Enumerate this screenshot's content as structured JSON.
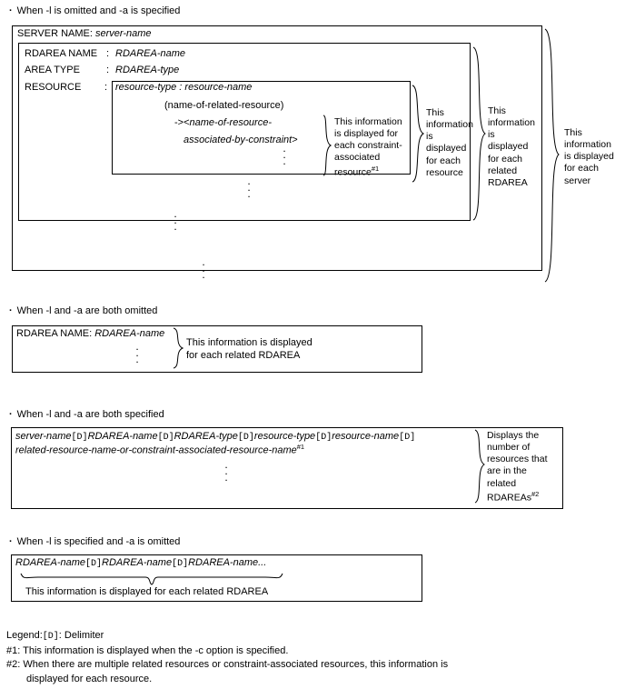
{
  "sections": [
    {
      "heading": "When -l is omitted and -a is specified",
      "server_label": "SERVER NAME:",
      "server_value": "server-name",
      "rows": [
        {
          "label": "RDAREA NAME",
          "sep": ":",
          "value": "RDAREA-name"
        },
        {
          "label": "AREA TYPE",
          "sep": ":",
          "value": "RDAREA-type"
        },
        {
          "label": "RESOURCE",
          "sep": ":",
          "value": ""
        }
      ],
      "resource_line1": "resource-type : resource-name",
      "resource_line2": "(name-of-related-resource)",
      "resource_line3_prefix": "-><",
      "resource_line3": "name-of-resource-",
      "resource_line4": "associated-by-constraint",
      "resource_line4_suffix": ">",
      "annotations": [
        {
          "lines": [
            "This information",
            "is displayed for",
            "each constraint-",
            "associated",
            "resource"
          ],
          "footnote": "#1"
        },
        {
          "lines": [
            "This",
            "information",
            "is",
            "displayed",
            "for each",
            "resource"
          ],
          "footnote": ""
        },
        {
          "lines": [
            "This",
            "information",
            "is",
            "displayed",
            "for each",
            "related",
            "RDAREA"
          ],
          "footnote": ""
        },
        {
          "lines": [
            "This",
            "information",
            "is displayed",
            "for each",
            "server"
          ],
          "footnote": ""
        }
      ]
    },
    {
      "heading": "When -l and -a are both omitted",
      "line": "RDAREA NAME:",
      "line_value": "RDAREA-name",
      "annotation": [
        "This information is displayed",
        "for each related RDAREA"
      ]
    },
    {
      "heading": "When -l and -a are both specified",
      "line1": "server-name[D]RDAREA-name[D]RDAREA-type[D]resource-type[D]resource-name[D]",
      "line1_parts": [
        {
          "t": "server-name",
          "i": true
        },
        {
          "t": "[D]",
          "i": false
        },
        {
          "t": "RDAREA-name",
          "i": true
        },
        {
          "t": "[D]",
          "i": false
        },
        {
          "t": "RDAREA-type",
          "i": true
        },
        {
          "t": "[D]",
          "i": false
        },
        {
          "t": "resource-type",
          "i": true
        },
        {
          "t": "[D]",
          "i": false
        },
        {
          "t": "resource-name",
          "i": true
        },
        {
          "t": "[D]",
          "i": false
        }
      ],
      "line2": "related-resource-name-or-constraint-associated-resource-name",
      "line2_footnote": "#1",
      "annotation": [
        "Displays the",
        "number of",
        "resources that",
        "are in the",
        "related",
        "RDAREAs"
      ],
      "annotation_footnote": "#2"
    },
    {
      "heading": "When -l is specified and -a is omitted",
      "line_parts": [
        {
          "t": "RDAREA-name",
          "i": true
        },
        {
          "t": "[D]",
          "i": false
        },
        {
          "t": "RDAREA-name",
          "i": true
        },
        {
          "t": "[D]",
          "i": false
        },
        {
          "t": "RDAREA-name...",
          "i": true
        }
      ],
      "annotation": "This information is displayed for each related RDAREA"
    }
  ],
  "legend": {
    "label": "Legend:",
    "delimiter_token": "[D]",
    "delimiter_text": ": Delimiter",
    "note1_key": "#1:",
    "note1": "This information is displayed when the -c option is specified.",
    "note2_key": "#2:",
    "note2_line1": "When there are multiple related resources or constraint-associated resources, this information is",
    "note2_line2": "displayed for each resource."
  }
}
